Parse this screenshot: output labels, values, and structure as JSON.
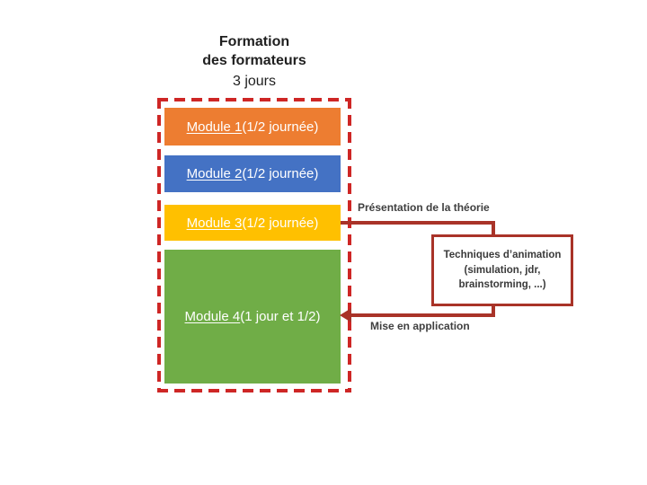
{
  "title": {
    "line1": "Formation",
    "line2": "des formateurs",
    "duration": "3 jours"
  },
  "modules": [
    {
      "name": "Module 1",
      "duration": " (1/2 journée)",
      "color": "#ED7D31"
    },
    {
      "name": "Module 2",
      "duration": " (1/2 journée)",
      "color": "#4472C4"
    },
    {
      "name": "Module 3",
      "duration": " (1/2 journée)",
      "color": "#FFC000"
    },
    {
      "name": "Module 4",
      "duration": " (1 jour et 1/2)",
      "color": "#70AD47"
    }
  ],
  "annotations": {
    "theory_label": "Présentation de la théorie",
    "application_label": "Mise en application",
    "techniques_box": {
      "line1": "Techniques d’animation",
      "line2": "(simulation, jdr,",
      "line3": "brainstorming, ...)"
    }
  },
  "colors": {
    "module_orange": "#ED7D31",
    "module_blue": "#4472C4",
    "module_yellow": "#FFC000",
    "module_green": "#70AD47",
    "dashed_outline_red": "#CE2625",
    "connector_dark_red": "#A93328",
    "title_text": "#1F1F1F",
    "label_text": "#3F3F3F",
    "module_text": "#FFFFFF",
    "background": "#FFFFFF"
  }
}
